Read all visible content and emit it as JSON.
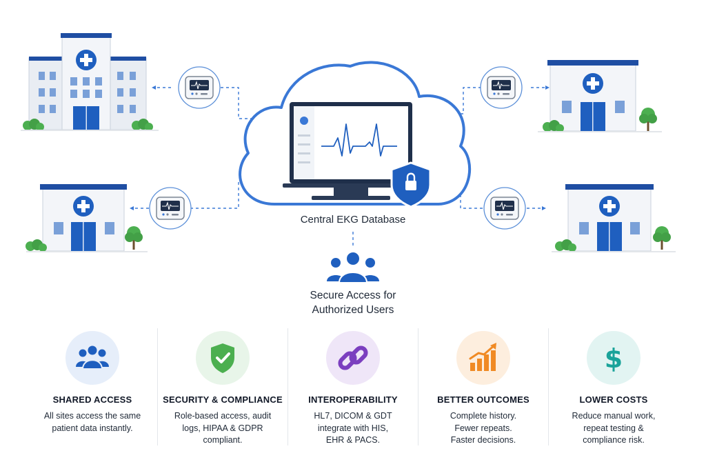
{
  "center_label": "Central EKG Database",
  "access_label_line1": "Secure Access for",
  "access_label_line2": "Authorized Users",
  "colors": {
    "primary": "#1f5fbf",
    "cloud_stroke": "#3a78d6",
    "building_roof": "#1f4ea3",
    "security_green": "#4caf50",
    "interop_purple": "#7b3fbf",
    "outcomes_orange": "#f08a24",
    "costs_teal": "#1aa39a"
  },
  "features": [
    {
      "icon": "users-icon",
      "title": "SHARED ACCESS",
      "description": "All sites access the same\npatient data instantly."
    },
    {
      "icon": "shield-check-icon",
      "title": "SECURITY & COMPLIANCE",
      "description": "Role-based access, audit\nlogs, HIPAA & GDPR\ncompliant."
    },
    {
      "icon": "link-icon",
      "title": "INTEROPERABILITY",
      "description": "HL7, DICOM & GDT\nintegrate with HIS,\nEHR & PACS."
    },
    {
      "icon": "growth-chart-icon",
      "title": "BETTER OUTCOMES",
      "description": "Complete history.\nFewer repeats.\nFaster decisions."
    },
    {
      "icon": "dollar-icon",
      "title": "LOWER COSTS",
      "description": "Reduce manual work,\nrepeat testing &\ncompliance risk."
    }
  ]
}
